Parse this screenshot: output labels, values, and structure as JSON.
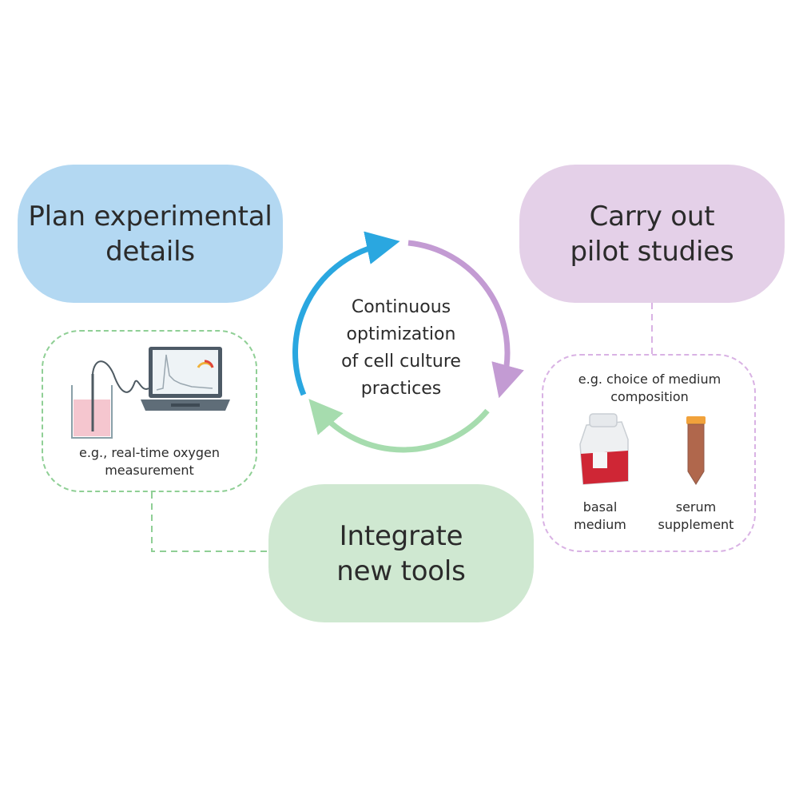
{
  "boxes": {
    "plan": "Plan experimental\ndetails",
    "carry": "Carry out\npilot studies",
    "integrate": "Integrate\nnew tools"
  },
  "center": "Continuous\noptimization\nof cell culture\npractices",
  "left_example": {
    "caption": "e.g., real-time oxygen\nmeasurement"
  },
  "right_example": {
    "caption": "e.g. choice of medium\ncomposition",
    "basal": "basal\nmedium",
    "serum": "serum\nsupplement"
  },
  "colors": {
    "blue": "#2aa7e0",
    "purple": "#c39bd3",
    "green": "#a6dcae",
    "medium_red": "#cf2635",
    "serum_brown": "#b0674c",
    "cap_orange": "#f1a23b"
  }
}
